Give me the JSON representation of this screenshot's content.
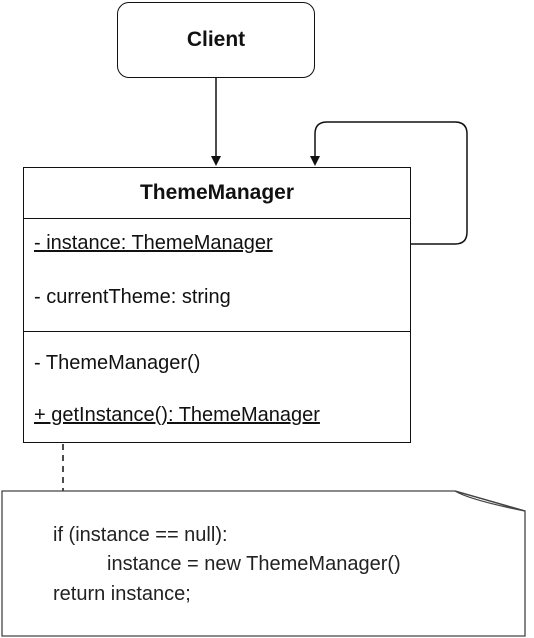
{
  "client": {
    "label": "Client"
  },
  "class": {
    "name": "ThemeManager",
    "attributes": [
      {
        "text": "- instance: ThemeManager",
        "static": true
      },
      {
        "text": "- currentTheme: string",
        "static": false
      }
    ],
    "methods": [
      {
        "text": "- ThemeManager()",
        "static": false
      },
      {
        "text": "+ getInstance(): ThemeManager",
        "static": true
      }
    ]
  },
  "note": {
    "lines": [
      "if (instance == null):",
      "instance = new ThemeManager()",
      "return instance;"
    ]
  }
}
